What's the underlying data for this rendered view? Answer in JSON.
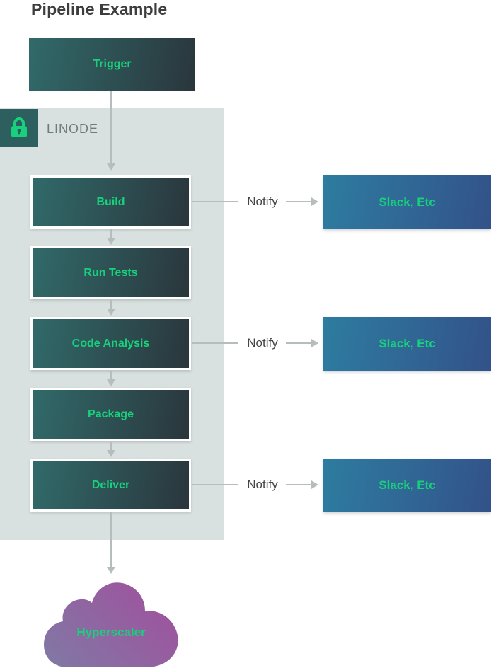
{
  "title": "Pipeline Example",
  "trigger": {
    "label": "Trigger"
  },
  "secure_zone": {
    "label": "LINODE",
    "icon": "lock-icon"
  },
  "pipeline": [
    {
      "label": "Build"
    },
    {
      "label": "Run Tests"
    },
    {
      "label": "Code Analysis"
    },
    {
      "label": "Package"
    },
    {
      "label": "Deliver"
    }
  ],
  "notifications": [
    {
      "label": "Notify",
      "target": "Slack, Etc"
    },
    {
      "label": "Notify",
      "target": "Slack, Etc"
    },
    {
      "label": "Notify",
      "target": "Slack, Etc"
    }
  ],
  "cloud": {
    "label": "Hyperscaler"
  },
  "colors": {
    "accent_green": "#17d17d",
    "node_gradient_start": "#316a6a",
    "node_gradient_end": "#2a363c",
    "slack_gradient_start": "#2e7ca0",
    "slack_gradient_end": "#32528a",
    "zone_background": "#d9e1e0",
    "lock_badge_background": "#2d5f5e",
    "zone_label_color": "#6e7b7b",
    "cloud_gradient_start": "#8276a4",
    "cloud_gradient_end": "#a0519d",
    "arrow_gray": "#b7bdbc",
    "title_color": "#3d3d3d"
  }
}
